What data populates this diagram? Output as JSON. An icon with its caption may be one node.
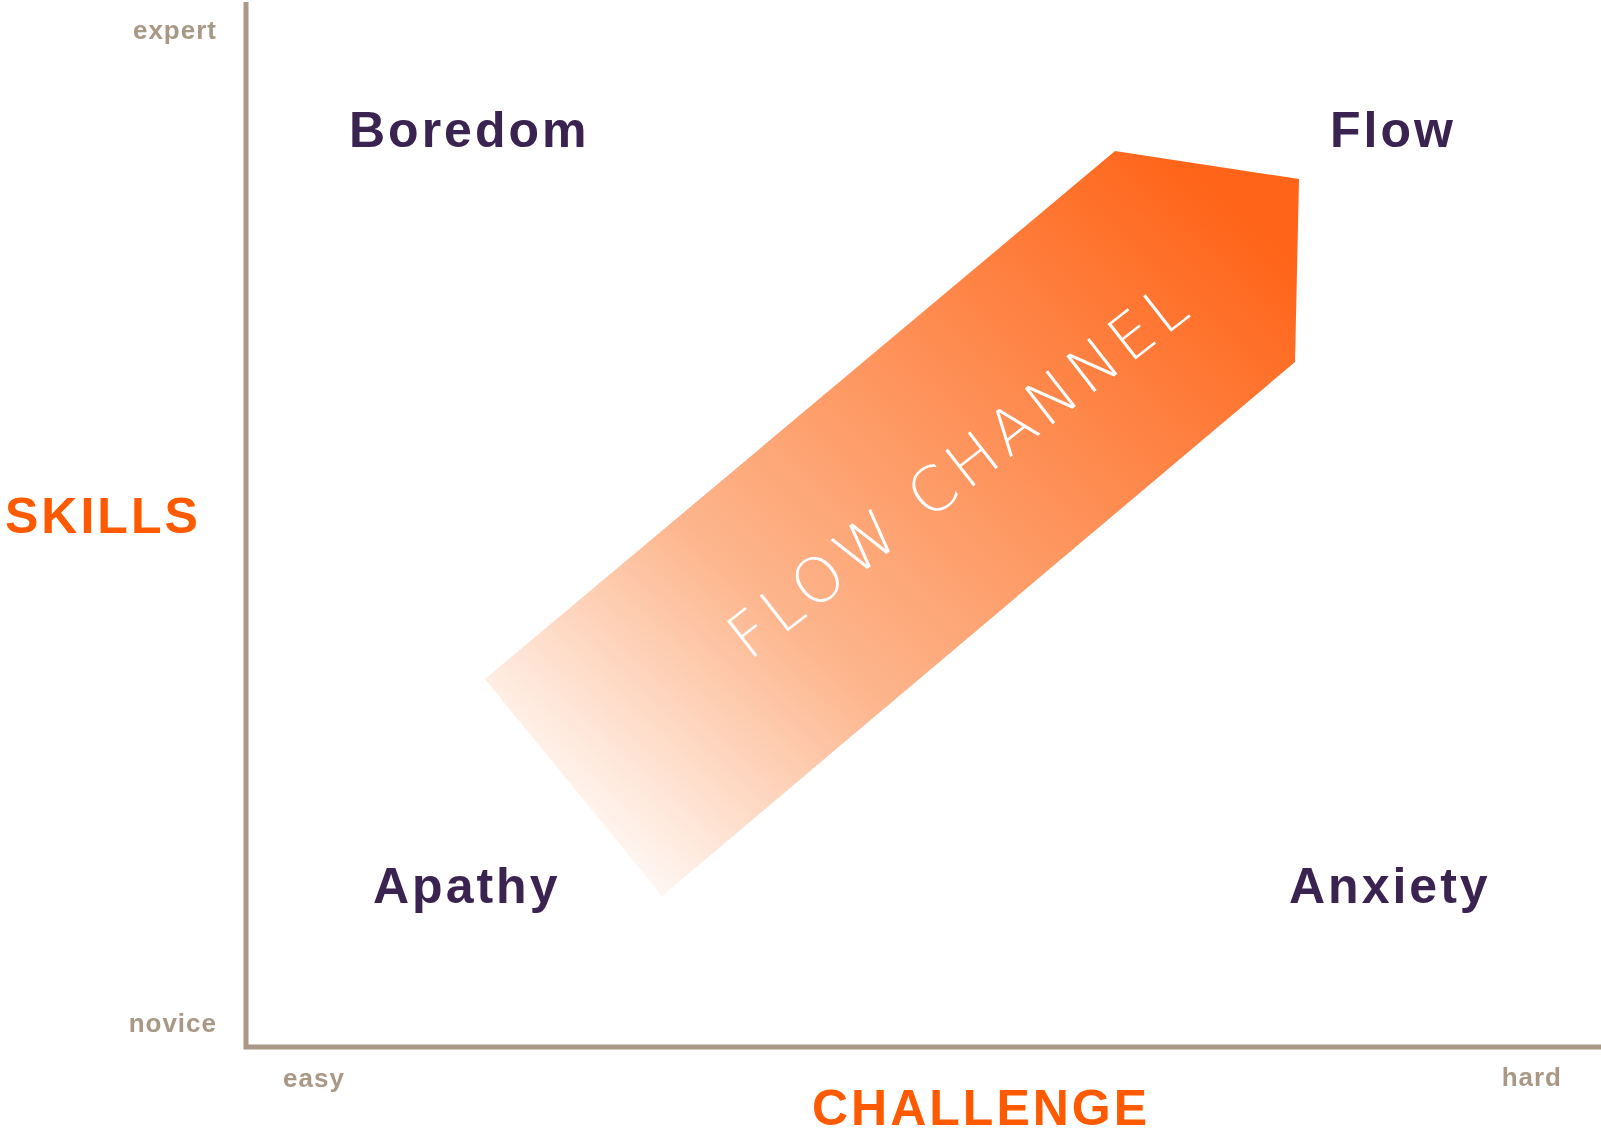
{
  "diagram": {
    "nodes": [
      {
        "text": [
          "FLOW CHANNEL"
        ]
      }
    ],
    "labels": [
      "expert",
      "Boredom",
      "Flow",
      "SKILLS",
      "Apathy",
      "Anxiety",
      "novice",
      "easy",
      "hard",
      "CHALLENGE"
    ]
  }
}
